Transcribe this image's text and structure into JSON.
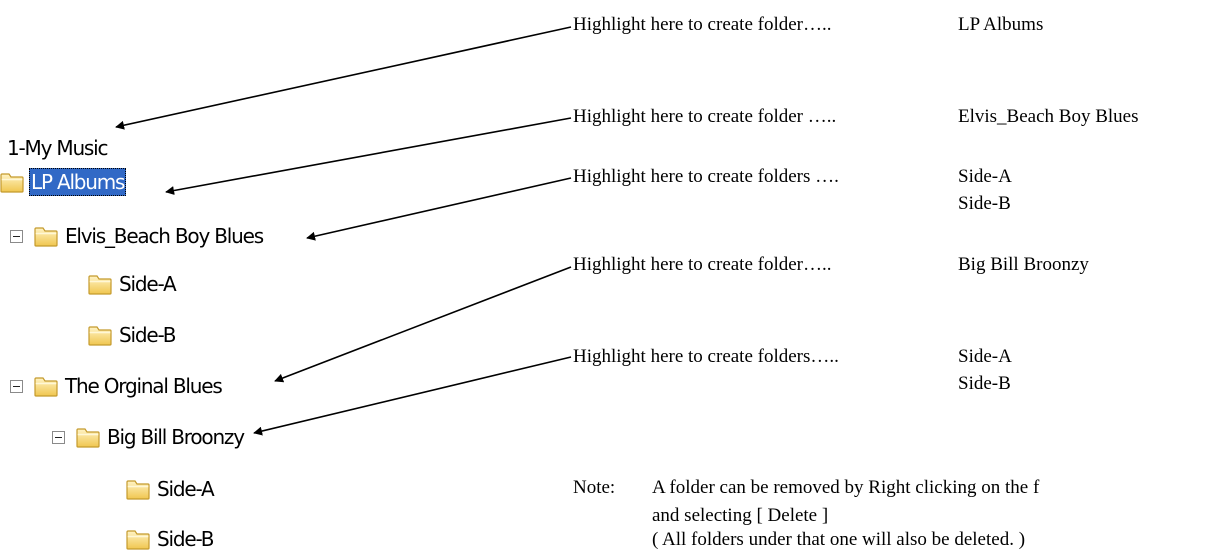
{
  "tree": {
    "root": "1-My Music",
    "lp_albums": "LP Albums",
    "elvis": "Elvis_Beach Boy Blues",
    "elvis_side_a": "Side-A",
    "elvis_side_b": "Side-B",
    "orginal": "The Orginal Blues",
    "broonzy": "Big Bill Broonzy",
    "broonzy_side_a": "Side-A",
    "broonzy_side_b": "Side-B"
  },
  "annotations": {
    "a1": {
      "text": "Highlight here to create folder…..",
      "target": "LP Albums"
    },
    "a2": {
      "text": "Highlight here to create folder …..",
      "target": "Elvis_Beach Boy Blues"
    },
    "a3": {
      "text": "Highlight here to create folders ….",
      "target1": "Side-A",
      "target2": "Side-B"
    },
    "a4": {
      "text": "Highlight here to create folder…..",
      "target": "Big Bill Broonzy"
    },
    "a5": {
      "text": "Highlight here to create folders…..",
      "target1": "Side-A",
      "target2": "Side-B"
    }
  },
  "note": {
    "label": "Note:",
    "line1": "A folder can be removed by Right clicking on the f",
    "line2": "and selecting  [ Delete ]",
    "line3": "( All folders under that one will also be deleted. )"
  },
  "colors": {
    "selection": "#3169c6",
    "folder_fill": "#f5d77a",
    "folder_stroke": "#c49a2c"
  },
  "icons": [
    "folder-icon",
    "collapse-minus-icon",
    "arrow-icon"
  ]
}
